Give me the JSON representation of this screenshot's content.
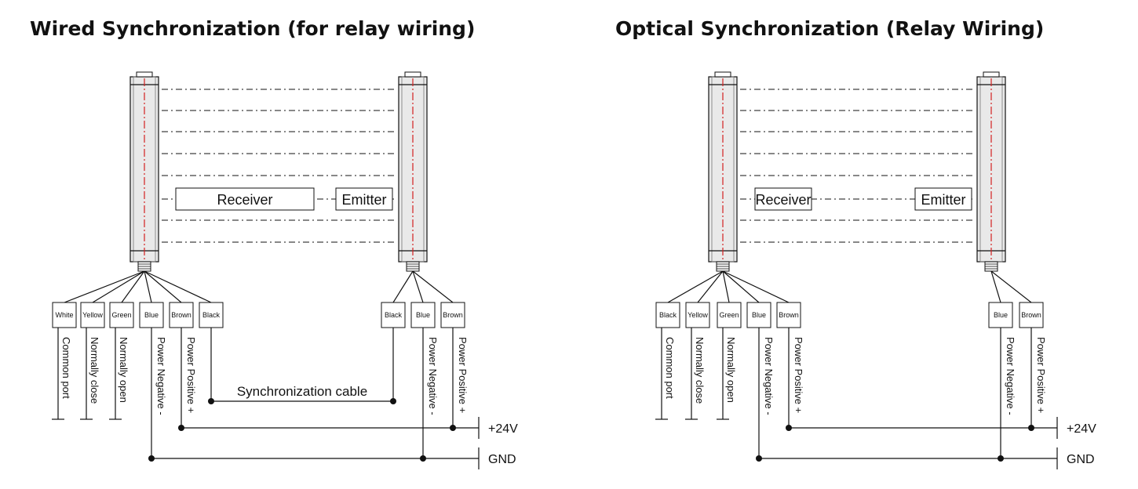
{
  "panels": [
    {
      "title": "Wired Synchronization (for relay wiring)",
      "receiver_label": "Receiver",
      "emitter_label": "Emitter",
      "receiver_wires": [
        "White",
        "Yellow",
        "Green",
        "Blue",
        "Brown",
        "Black"
      ],
      "receiver_functions": [
        "Common port",
        "Normally close",
        "Normally open",
        "Power Negative -",
        "Power Positive +"
      ],
      "emitter_wires": [
        "Black",
        "Blue",
        "Brown"
      ],
      "emitter_functions": [
        "Power Negative -",
        "Power Positive +"
      ],
      "sync_cable_label": "Synchronization cable",
      "rail_plus_label": "+24V",
      "rail_gnd_label": "GND"
    },
    {
      "title": "Optical Synchronization (Relay Wiring)",
      "receiver_label": "Receiver",
      "emitter_label": "Emitter",
      "receiver_wires": [
        "Black",
        "Yellow",
        "Green",
        "Blue",
        "Brown"
      ],
      "receiver_functions": [
        "Common port",
        "Normally close",
        "Normally open",
        "Power Negative -",
        "Power Positive +"
      ],
      "emitter_wires": [
        "Blue",
        "Brown"
      ],
      "emitter_functions": [
        "Power Negative -",
        "Power Positive +"
      ],
      "rail_plus_label": "+24V",
      "rail_gnd_label": "GND"
    }
  ],
  "colors": {
    "line": "#111111",
    "beam_center": "#d42020",
    "housing": "#e9e9e9"
  }
}
